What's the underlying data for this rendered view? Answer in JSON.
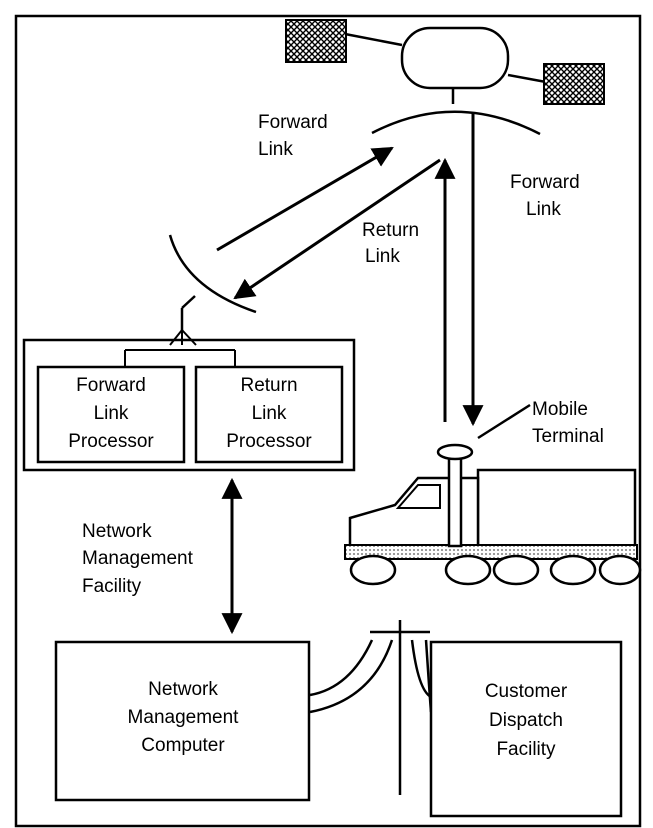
{
  "labels": {
    "forward_link_upper_1": "Forward",
    "forward_link_upper_2": "Link",
    "forward_link_right_1": "Forward",
    "forward_link_right_2": "Link",
    "return_link_1": "Return",
    "return_link_2": "Link",
    "mobile_terminal_1": "Mobile",
    "mobile_terminal_2": "Terminal",
    "nmf_1": "Network",
    "nmf_2": "Management",
    "nmf_3": "Facility"
  },
  "boxes": {
    "forward_processor": [
      "Forward",
      "Link",
      "Processor"
    ],
    "return_processor": [
      "Return",
      "Link",
      "Processor"
    ],
    "nm_computer": [
      "Network",
      "Management",
      "Computer"
    ],
    "customer_dispatch": [
      "Customer",
      "Dispatch",
      "Facility"
    ]
  }
}
